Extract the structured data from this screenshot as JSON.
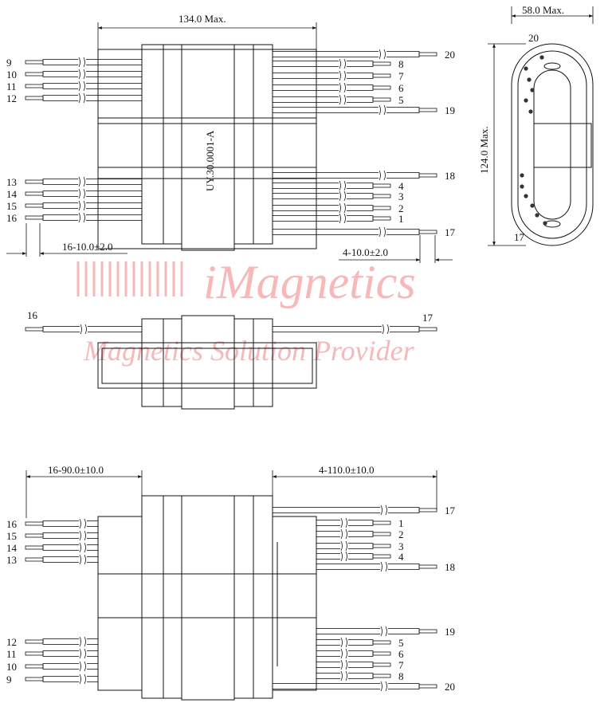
{
  "watermark": {
    "brand": "iMagnetics",
    "tagline": "Magnetics Solution Provider",
    "color": "#f6b8b8"
  },
  "top_view": {
    "part_number": "UY.30.0001-A",
    "overall_width": "134.0 Max.",
    "left_lead_dim": "16-10.0±2.0",
    "right_lead_dim": "4-10.0±2.0",
    "left_pins_upper": [
      "9",
      "10",
      "11",
      "12"
    ],
    "left_pins_lower": [
      "13",
      "14",
      "15",
      "16"
    ],
    "right_pins_upper": [
      "20",
      "8",
      "7",
      "6",
      "5",
      "19"
    ],
    "right_pins_lower": [
      "18",
      "4",
      "3",
      "2",
      "1",
      "17"
    ]
  },
  "side_view": {
    "width": "58.0 Max.",
    "height": "124.0 Max.",
    "pin_top": "20",
    "pin_bottom": "17"
  },
  "middle_view": {
    "left_pin": "16",
    "right_pin": "17"
  },
  "bottom_view": {
    "left_lead_dim": "16-90.0±10.0",
    "right_lead_dim": "4-110.0±10.0",
    "left_pins_upper": [
      "16",
      "15",
      "14",
      "13"
    ],
    "left_pins_lower": [
      "12",
      "11",
      "10",
      "9"
    ],
    "right_pins_upper": [
      "17",
      "1",
      "2",
      "3",
      "4",
      "18"
    ],
    "right_pins_lower": [
      "19",
      "5",
      "6",
      "7",
      "8",
      "20"
    ]
  }
}
